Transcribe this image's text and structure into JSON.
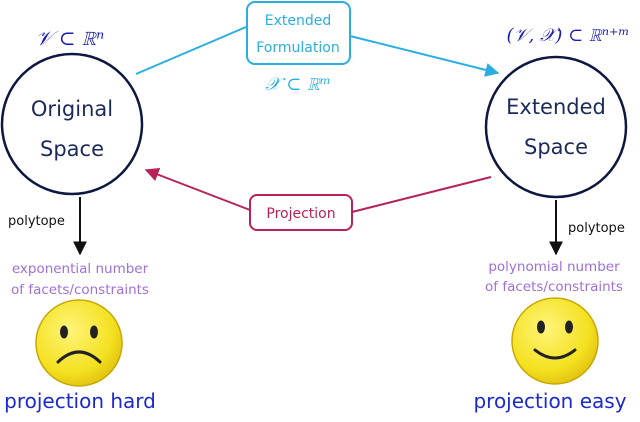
{
  "left_node": {
    "label_line1": "Original",
    "label_line2": "Space",
    "math": "𝒱 ⊂ ℝⁿ",
    "arrow_label": "polytope",
    "facets_line1": "exponential number",
    "facets_line2": "of facets/constraints",
    "face": "sad-face",
    "caption": "projection hard"
  },
  "right_node": {
    "label_line1": "Extended",
    "label_line2": "Space",
    "math": "(𝒱, 𝒳) ⊂ ℝⁿ⁺ᵐ",
    "arrow_label": "polytope",
    "facets_line1": "polynomial number",
    "facets_line2": "of facets/constraints",
    "face": "happy-face",
    "caption": "projection easy"
  },
  "forward_edge": {
    "label_line1": "Extended",
    "label_line2": "Formulation",
    "math": "𝒳 ⊂ ℝᵐ"
  },
  "backward_edge": {
    "label": "Projection"
  },
  "colors": {
    "node_stroke": "#0d1740",
    "math": "#1a1ab5",
    "forward_edge": "#2aaee0",
    "backward_edge": "#b8225a",
    "facets_text": "#a070d8",
    "caption": "#1a2ad0",
    "face_fill": "#f6e62a",
    "face_stroke": "#c8a800"
  }
}
